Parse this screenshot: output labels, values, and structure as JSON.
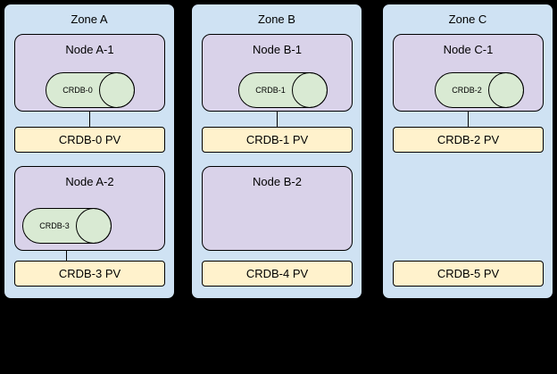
{
  "colors": {
    "background": "#000000",
    "zone_fill": "#cfe2f3",
    "node_fill": "#d9d2e9",
    "pod_fill": "#d9ead3",
    "pv_fill": "#fff2cc",
    "stroke": "#000000"
  },
  "zones": [
    {
      "label": "Zone A",
      "rows": [
        {
          "node": {
            "label": "Node A-1",
            "pod": "CRDB-0",
            "connected_to_pv": true
          },
          "pv": "CRDB-0 PV"
        },
        {
          "node": {
            "label": "Node A-2",
            "pod": "CRDB-3",
            "connected_to_pv": true
          },
          "pv": "CRDB-3 PV"
        }
      ]
    },
    {
      "label": "Zone B",
      "rows": [
        {
          "node": {
            "label": "Node B-1",
            "pod": "CRDB-1",
            "connected_to_pv": true
          },
          "pv": "CRDB-1 PV"
        },
        {
          "node": {
            "label": "Node B-2",
            "pod": null,
            "connected_to_pv": false
          },
          "pv": "CRDB-4 PV"
        }
      ]
    },
    {
      "label": "Zone C",
      "rows": [
        {
          "node": {
            "label": "Node C-1",
            "pod": "CRDB-2",
            "connected_to_pv": true
          },
          "pv": "CRDB-2 PV"
        },
        {
          "node": null,
          "pv": "CRDB-5 PV"
        }
      ]
    }
  ]
}
